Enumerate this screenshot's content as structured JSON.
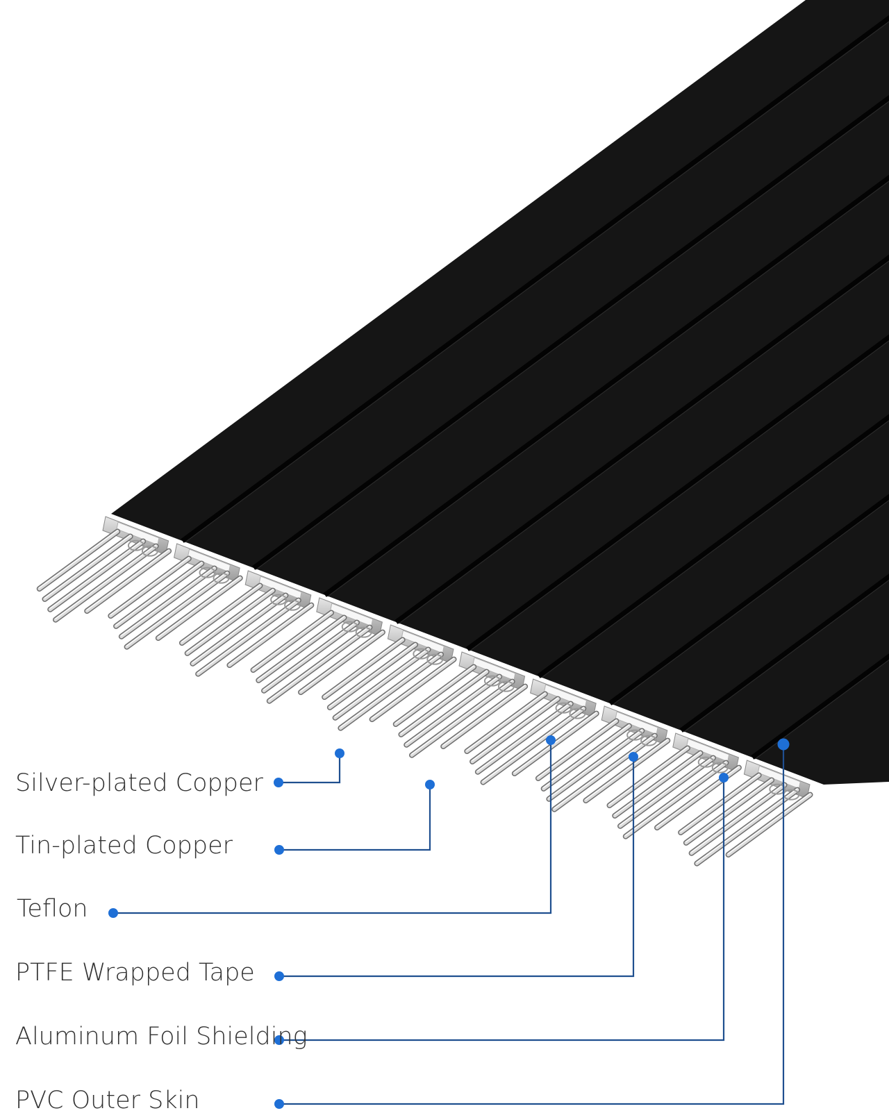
{
  "labels": [
    {
      "id": "silver-plated-copper",
      "text": "Silver-plated Copper"
    },
    {
      "id": "tin-plated-copper",
      "text": "Tin-plated Copper"
    },
    {
      "id": "teflon",
      "text": "Teflon"
    },
    {
      "id": "ptfe-wrapped-tape",
      "text": "PTFE Wrapped Tape"
    },
    {
      "id": "aluminum-foil-shielding",
      "text": "Aluminum Foil Shielding"
    },
    {
      "id": "pvc-outer-skin",
      "text": "PVC Outer Skin"
    }
  ],
  "colors": {
    "cable_black": "#151515",
    "groove": "#050505",
    "foil": "#c9c9c9",
    "wire": "#d4d4d4",
    "leader_line": "#1f4f8f",
    "dot": "#1e6fd6",
    "text": "#333333"
  },
  "conductor_groups": 10
}
